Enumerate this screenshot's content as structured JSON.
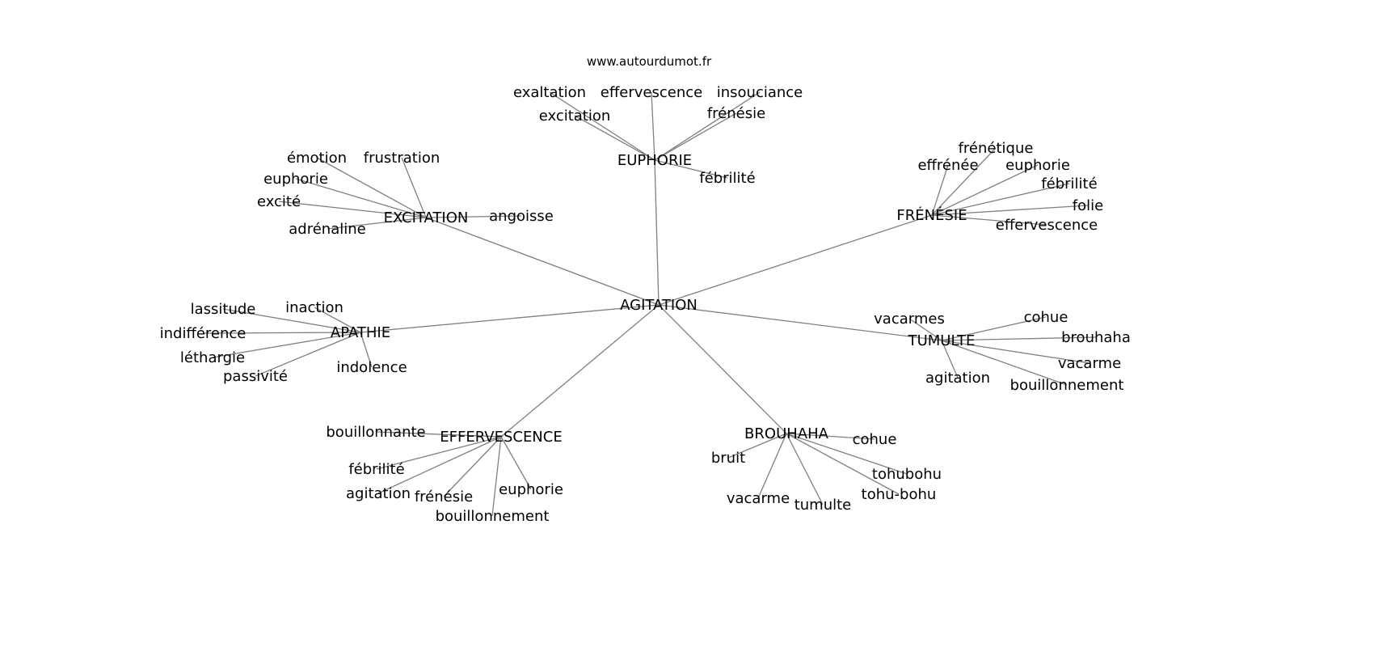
{
  "site": "www.autourdumot.fr",
  "center": "AGITATION",
  "groups": [
    {
      "name": "EUPHORIE",
      "children": [
        "exaltation",
        "effervescence",
        "insouciance",
        "excitation",
        "frénésie",
        "fébrilité"
      ]
    },
    {
      "name": "EXCITATION",
      "children": [
        "émotion",
        "frustration",
        "euphorie",
        "excité",
        "adrénaline",
        "angoisse"
      ]
    },
    {
      "name": "FRÉNÉSIE",
      "children": [
        "frénétique",
        "effrénée",
        "euphorie",
        "fébrilité",
        "folie",
        "effervescence"
      ]
    },
    {
      "name": "APATHIE",
      "children": [
        "lassitude",
        "inaction",
        "indifférence",
        "léthargie",
        "passivité",
        "indolence"
      ]
    },
    {
      "name": "TUMULTE",
      "children": [
        "vacarmes",
        "cohue",
        "brouhaha",
        "vacarme",
        "agitation",
        "bouillonnement"
      ]
    },
    {
      "name": "EFFERVESCENCE",
      "children": [
        "bouillonnante",
        "fébrilité",
        "agitation",
        "frénésie",
        "euphorie",
        "bouillonnement"
      ]
    },
    {
      "name": "BROUHAHA",
      "children": [
        "cohue",
        "bruit",
        "tohubohu",
        "vacarme",
        "tumulte",
        "tohu-bohu"
      ]
    }
  ]
}
